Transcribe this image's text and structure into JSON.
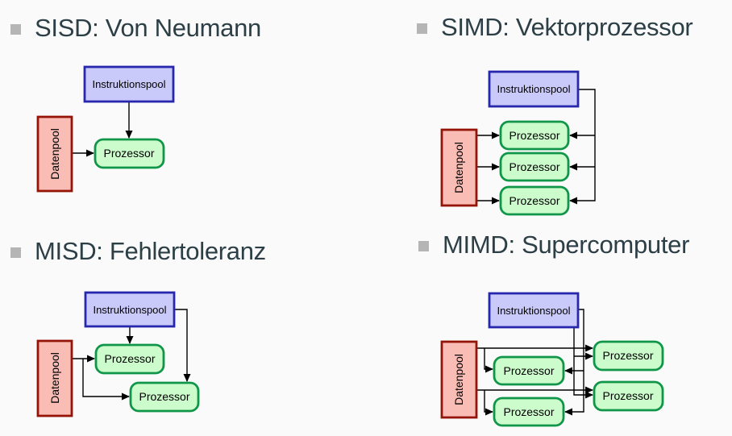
{
  "slide": {
    "background": "#fafafa"
  },
  "colors": {
    "page-bg": "#fafafa",
    "heading": "#2c3e46",
    "bullet": "#b5b5b5",
    "line": "#000000",
    "instruction-fill": "#cacafa",
    "instruction-border": "#2727ad",
    "data-fill": "#f9bdb5",
    "data-border": "#951407",
    "processor-fill": "#ccfbcc",
    "processor-border": "#0f9648"
  },
  "sections": [
    {
      "id": "sisd",
      "title": "SISD: Von Neumann",
      "instruction_pool": "Instruktionspool",
      "data_pool": "Datenpool",
      "processors": [
        "Prozessor"
      ]
    },
    {
      "id": "simd",
      "title": "SIMD: Vektorprozessor",
      "instruction_pool": "Instruktionspool",
      "data_pool": "Datenpool",
      "processors": [
        "Prozessor",
        "Prozessor",
        "Prozessor"
      ]
    },
    {
      "id": "misd",
      "title": "MISD: Fehlertoleranz",
      "instruction_pool": "Instruktionspool",
      "data_pool": "Datenpool",
      "processors": [
        "Prozessor",
        "Prozessor"
      ]
    },
    {
      "id": "mimd",
      "title": "MIMD: Supercomputer",
      "instruction_pool": "Instruktionspool",
      "data_pool": "Datenpool",
      "processors": [
        "Prozessor",
        "Prozessor",
        "Prozessor",
        "Prozessor"
      ]
    }
  ]
}
